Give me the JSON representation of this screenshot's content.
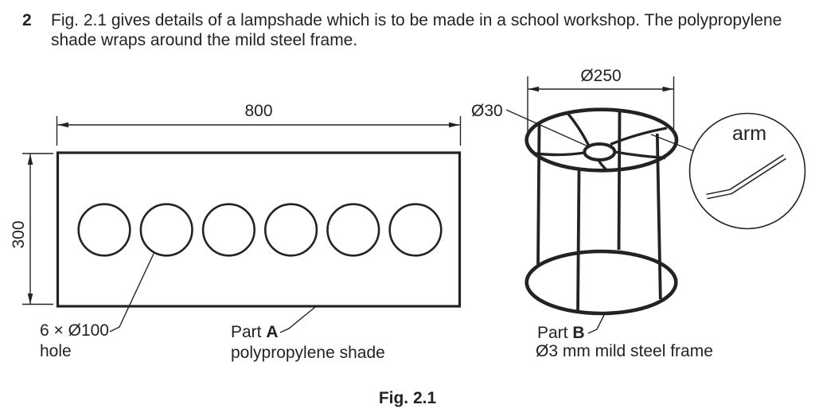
{
  "question": {
    "number": "2",
    "lines": [
      "Fig. 2.1 gives details of a lampshade which is to be made in a school workshop. The polypropylene",
      "shade wraps around the mild steel frame."
    ]
  },
  "figure": {
    "caption": "Fig. 2.1"
  },
  "part_a": {
    "width_dim": "800",
    "height_dim": "300",
    "holes_note_line1": "6 × Ø100",
    "holes_note_line2": "hole",
    "label_prefix": "Part ",
    "label_letter": "A",
    "description": "polypropylene shade",
    "hole_count": 6
  },
  "part_b": {
    "diameter_dim": "Ø250",
    "hub_dim": "Ø30",
    "detail_label": "arm",
    "label_prefix": "Part ",
    "label_letter": "B",
    "description": "Ø3 mm mild steel frame"
  },
  "colors": {
    "ink": "#232323",
    "paper": "#ffffff"
  }
}
